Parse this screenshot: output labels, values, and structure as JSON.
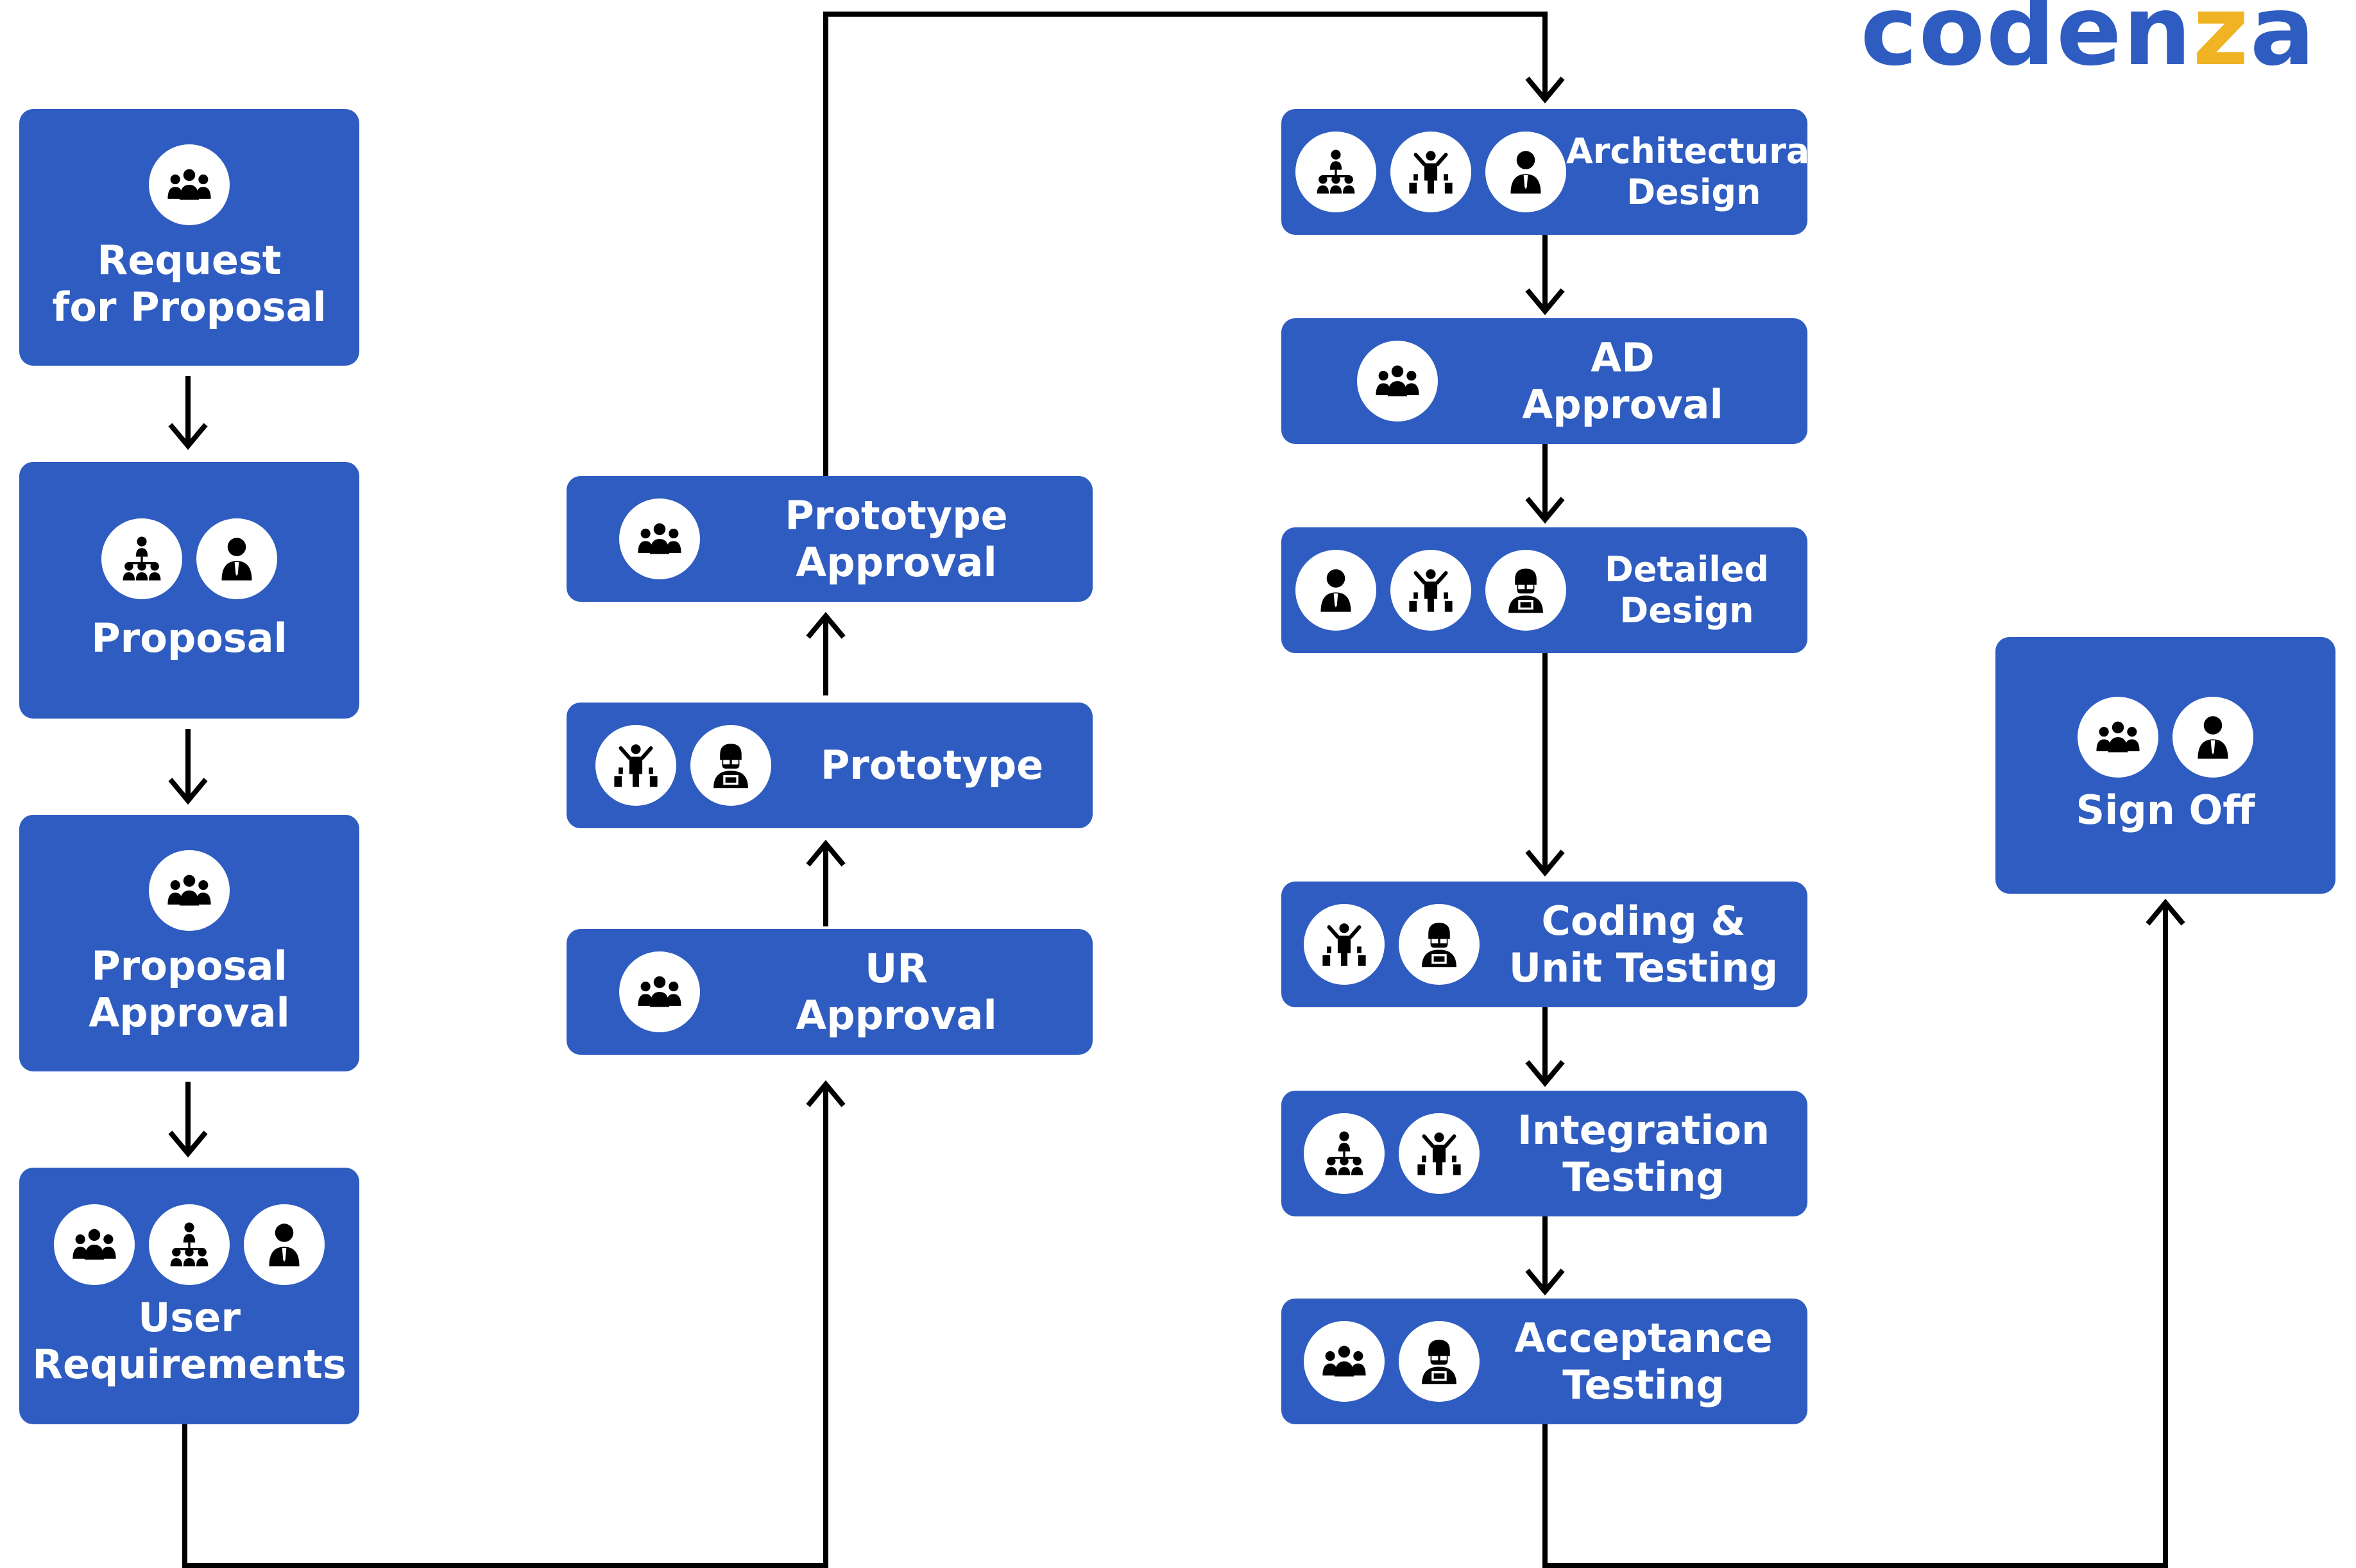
{
  "brand": {
    "logo_text_left": "coden",
    "logo_text_z": "z",
    "logo_text_right": "a",
    "accent_color": "#2f5cc0",
    "logo_accent": "#f0b323"
  },
  "steps": {
    "rfp": {
      "label": "Request\nfor Proposal",
      "icons": [
        "team-icon"
      ]
    },
    "proposal": {
      "label": "Proposal",
      "icons": [
        "org-chart-icon",
        "executive-icon"
      ]
    },
    "proposal_approval": {
      "label": "Proposal\nApproval",
      "icons": [
        "team-icon"
      ]
    },
    "user_requirements": {
      "label": "User\nRequirements",
      "icons": [
        "team-icon",
        "org-chart-icon",
        "executive-icon"
      ]
    },
    "ur_approval": {
      "label": "UR\nApproval",
      "icons": [
        "team-icon"
      ]
    },
    "prototype": {
      "label": "Prototype",
      "icons": [
        "presenter-icon",
        "developer-icon"
      ]
    },
    "prototype_approval": {
      "label": "Prototype\nApproval",
      "icons": [
        "team-icon"
      ]
    },
    "architectural_design": {
      "label": "Architectural\nDesign",
      "icons": [
        "org-chart-icon",
        "presenter-icon",
        "executive-icon"
      ]
    },
    "ad_approval": {
      "label": "AD\nApproval",
      "icons": [
        "team-icon"
      ]
    },
    "detailed_design": {
      "label": "Detailed\nDesign",
      "icons": [
        "executive-icon",
        "presenter-icon",
        "developer-icon"
      ]
    },
    "coding_unit_testing": {
      "label": "Coding &\nUnit Testing",
      "icons": [
        "presenter-icon",
        "developer-icon"
      ]
    },
    "integration_testing": {
      "label": "Integration\nTesting",
      "icons": [
        "org-chart-icon",
        "presenter-icon"
      ]
    },
    "acceptance_testing": {
      "label": "Acceptance\nTesting",
      "icons": [
        "team-icon",
        "developer-icon"
      ]
    },
    "sign_off": {
      "label": "Sign Off",
      "icons": [
        "team-icon",
        "executive-icon"
      ]
    }
  }
}
